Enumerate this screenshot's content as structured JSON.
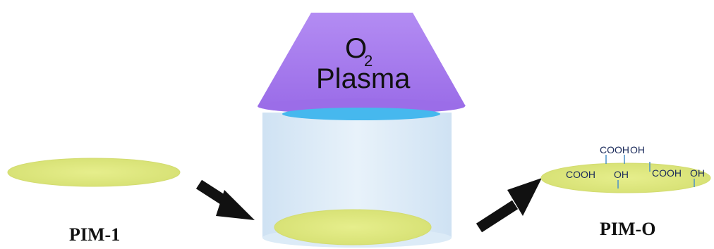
{
  "colors": {
    "disk_fill": "#e2ea84",
    "disk_edge": "#d3dc70",
    "cone_top": "#b38cf3",
    "cone_bottom": "#9b6de8",
    "plasma_disk": "#46b8ee",
    "chamber_fill": "#dcebf7",
    "arrow": "#111111",
    "tick": "#4a90c8",
    "group_text": "#1a2a5a"
  },
  "icons": {
    "left_arrow": "arrow-icon",
    "right_arrow": "arrow-icon"
  },
  "labels": {
    "left_sample": "PIM-1",
    "right_sample": "PIM-O"
  },
  "plasma": {
    "o_letter": "O",
    "subscript": "2",
    "word": "Plasma"
  },
  "groups": {
    "cooh_top": "COOH",
    "oh_top": "OH",
    "cooh_left": "COOH",
    "oh_mid": "OH",
    "cooh_right": "COOH",
    "oh_right": "OH"
  }
}
